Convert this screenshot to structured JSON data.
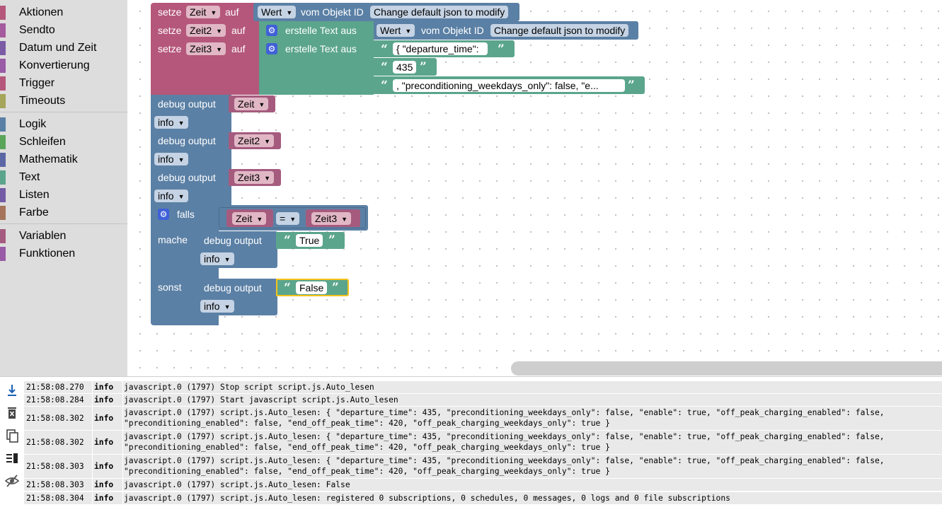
{
  "toolbox": {
    "categories": [
      {
        "label": "Aktionen",
        "color": "#b5577a"
      },
      {
        "label": "Sendto",
        "color": "#a55b9e"
      },
      {
        "label": "Datum und Zeit",
        "color": "#7b5ba5"
      },
      {
        "label": "Konvertierung",
        "color": "#995ba5"
      },
      {
        "label": "Trigger",
        "color": "#b5577a"
      },
      {
        "label": "Timeouts",
        "color": "#a5a55b"
      },
      {
        "label": "Logik",
        "color": "#5b80a5"
      },
      {
        "label": "Schleifen",
        "color": "#5ba55b"
      },
      {
        "label": "Mathematik",
        "color": "#5b67a5"
      },
      {
        "label": "Text",
        "color": "#5ba58c"
      },
      {
        "label": "Listen",
        "color": "#745ba5"
      },
      {
        "label": "Farbe",
        "color": "#a5745b"
      },
      {
        "label": "Variablen",
        "color": "#a55b80"
      },
      {
        "label": "Funktionen",
        "color": "#995ba5"
      }
    ]
  },
  "blocks": {
    "set1": {
      "setze": "setze",
      "var": "Zeit",
      "auf": "auf",
      "value_label": "Wert",
      "from": "vom Objekt ID",
      "object": "Change default json to modify"
    },
    "set2": {
      "setze": "setze",
      "var": "Zeit2",
      "auf": "auf",
      "create": "erstelle Text aus",
      "value_label": "Wert",
      "from": "vom Objekt ID",
      "object": "Change default json to modify"
    },
    "set3": {
      "setze": "setze",
      "var": "Zeit3",
      "auf": "auf",
      "create": "erstelle Text aus",
      "text1": "{  \"departure_time\":",
      "text2": "435",
      "text3": ",   \"preconditioning_weekdays_only\": false,   \"e..."
    },
    "debug1": {
      "label": "debug output",
      "var": "Zeit",
      "level": "info"
    },
    "debug2": {
      "label": "debug output",
      "var": "Zeit2",
      "level": "info"
    },
    "debug3": {
      "label": "debug output",
      "var": "Zeit3",
      "level": "info"
    },
    "if": {
      "falls": "falls",
      "left": "Zeit",
      "op": "=",
      "right": "Zeit3",
      "mache": "mache",
      "sonst": "sonst"
    },
    "debug_true": {
      "label": "debug output",
      "value": "True",
      "level": "info"
    },
    "debug_false": {
      "label": "debug output",
      "value": "False",
      "level": "info"
    }
  },
  "glyphs": {
    "open_quote": "“",
    "close_quote": "”",
    "dropdown": "▼",
    "gear": "⚙"
  },
  "log": {
    "rows": [
      {
        "time": "21:58:08.270",
        "severity": "info",
        "message": "javascript.0 (1797) Stop script script.js.Auto_lesen"
      },
      {
        "time": "21:58:08.284",
        "severity": "info",
        "message": "javascript.0 (1797) Start javascript script.js.Auto_lesen"
      },
      {
        "time": "21:58:08.302",
        "severity": "info",
        "message": "javascript.0 (1797) script.js.Auto_lesen: { \"departure_time\": 435, \"preconditioning_weekdays_only\": false, \"enable\": true, \"off_peak_charging_enabled\": false, \"preconditioning_enabled\": false, \"end_off_peak_time\": 420, \"off_peak_charging_weekdays_only\": true }"
      },
      {
        "time": "21:58:08.302",
        "severity": "info",
        "message": "javascript.0 (1797) script.js.Auto_lesen: { \"departure_time\": 435, \"preconditioning_weekdays_only\": false, \"enable\": true, \"off_peak_charging_enabled\": false, \"preconditioning_enabled\": false, \"end_off_peak_time\": 420, \"off_peak_charging_weekdays_only\": true }"
      },
      {
        "time": "21:58:08.303",
        "severity": "info",
        "message": "javascript.0 (1797) script.js.Auto_lesen: { \"departure_time\": 435, \"preconditioning_weekdays_only\": false, \"enable\": true, \"off_peak_charging_enabled\": false, \"preconditioning_enabled\": false, \"end_off_peak_time\": 420, \"off_peak_charging_weekdays_only\": true }"
      },
      {
        "time": "21:58:08.303",
        "severity": "info",
        "message": "javascript.0 (1797) script.js.Auto_lesen: False"
      },
      {
        "time": "21:58:08.304",
        "severity": "info",
        "message": "javascript.0 (1797) script.js.Auto_lesen: registered 0 subscriptions, 0 schedules, 0 messages, 0 logs and 0 file subscriptions"
      }
    ]
  },
  "log_tools": [
    "scroll-to-bottom-icon",
    "clear-log-icon",
    "copy-icon",
    "filter-lines-icon",
    "hide-eye-icon"
  ]
}
